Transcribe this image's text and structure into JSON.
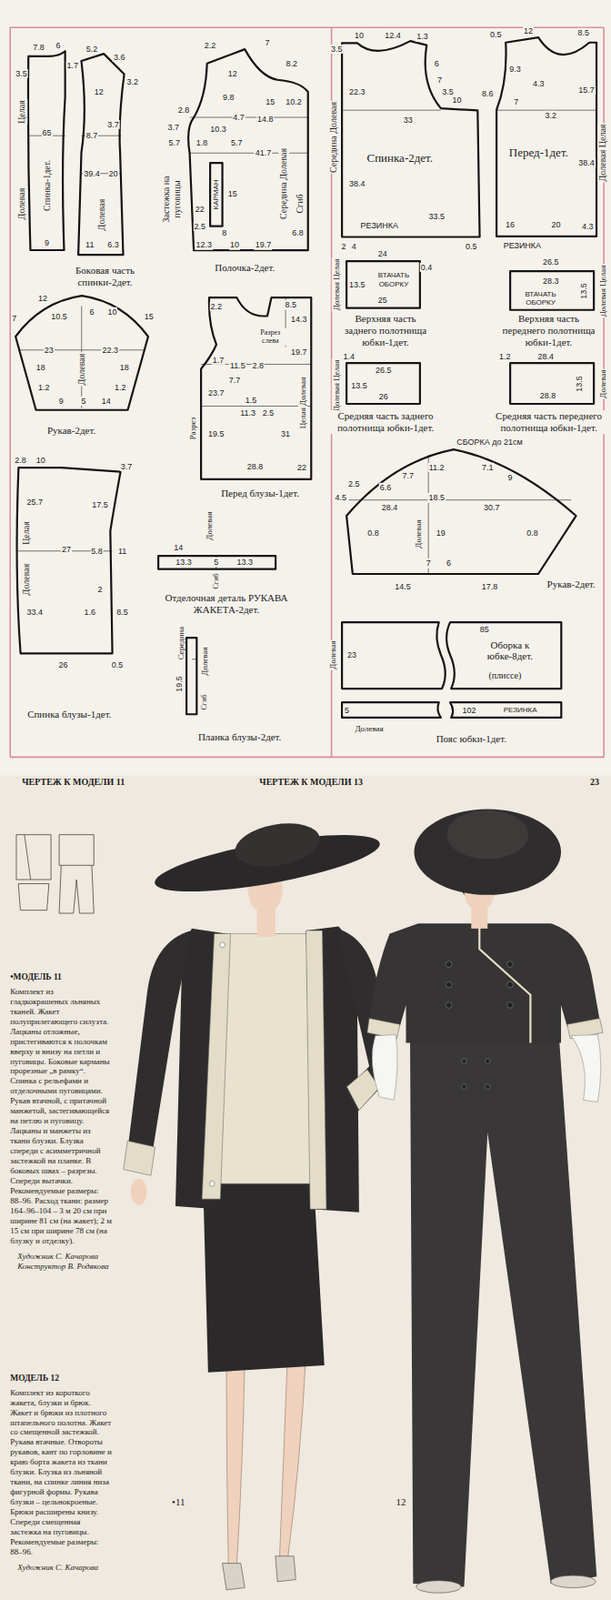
{
  "diagram": {
    "nodes": [
      {
        "text": [
          "Целая",
          "Долевая",
          "Спинка-1дет."
        ]
      },
      {
        "text": [
          "Долевая",
          "Боковая часть спинки-2дет."
        ]
      },
      {
        "text": [
          "Застежка на пуговицы",
          "Середина Долевая",
          "Сгиб",
          "Полочка-2дет."
        ]
      },
      {
        "text": [
          "КАРМАН"
        ],
        "in": 2
      },
      {
        "text": [
          "Долевая",
          "Рукав-2дет."
        ]
      },
      {
        "text": [
          "Разрез слева",
          "Разрез",
          "Целая Долевая",
          "Перед блузы-1дет."
        ]
      },
      {
        "text": [
          "Целая",
          "Долевая",
          "Спинка блузы-1дет."
        ]
      },
      {
        "text": [
          "Долевая",
          "Сгиб",
          "Отделочная деталь РУКАВА ЖАКЕТА-2дет."
        ]
      },
      {
        "text": [
          "Середина",
          "Долевая",
          "Сгиб",
          "Планка блузы-2дет."
        ]
      },
      {
        "text": [
          "Середина Долевая",
          "Спинка-2дет.",
          "РЕЗИНКА"
        ]
      },
      {
        "text": [
          "Перед-1дет.",
          "Долевая Целая",
          "РЕЗИНКА"
        ]
      },
      {
        "text": [
          "Долевая Целая",
          "ВТАЧАТЬ ОБОРКУ",
          "Верхняя часть заднего полотнища юбки-1дет."
        ]
      },
      {
        "text": [
          "ВТАЧАТЬ ОБОРКУ",
          "Долевая Целая",
          "Верхняя часть переднего полотнища юбки-1дет."
        ]
      },
      {
        "text": [
          "Долевая Целая",
          "Средняя часть заднего полотнища юбки-1дет."
        ]
      },
      {
        "text": [
          "Долевая",
          "Средняя часть переднего полотнища юбки-1дет."
        ]
      },
      {
        "text": [
          "СБОРКА до 21см",
          "Долевая",
          "Рукав-2дет."
        ]
      },
      {
        "text": [
          "Долевая",
          "Оборка к юбке-8дет.",
          "(плиссе)"
        ]
      },
      {
        "text": [
          "РЕЗИНКА",
          "Долевая",
          "Пояс юбки-1дет."
        ]
      }
    ],
    "labels": [
      "ЧЕРТЕЖ К МОДЕЛИ 11",
      "ЧЕРТЕЖ К МОДЕЛИ 13",
      "23",
      "7.8",
      "6",
      "3.5",
      "1.7",
      "5.2",
      "3.6",
      "3.2",
      "12",
      "8.7",
      "3.7",
      "39.4",
      "20",
      "65",
      "9",
      "11",
      "6.3",
      "2.2",
      "7",
      "12",
      "8.2",
      "10.2",
      "9.8",
      "15",
      "2.8",
      "4.7",
      "14.8",
      "3.7",
      "5.7",
      "10.3",
      "1.8",
      "5.7",
      "41.7",
      "15",
      "22",
      "2.5",
      "8",
      "12.3",
      "10",
      "19.7",
      "6.8",
      "12",
      "7",
      "10.5",
      "6",
      "10",
      "15",
      "23",
      "22.3",
      "18",
      "1.2",
      "18",
      "1.2",
      "9",
      "5",
      "14",
      "2.2",
      "8.5",
      "14.3",
      "19.7",
      "1.7",
      "11.5",
      "2.8",
      "23.7",
      "7.7",
      "1.5",
      "11.3",
      "2.5",
      "19.5",
      "31",
      "22",
      "28.8",
      "2.8",
      "10",
      "3.7",
      "25.7",
      "17.5",
      "27",
      "5.8",
      "11",
      "2",
      "33.4",
      "1.6",
      "8.5",
      "26",
      "0.5",
      "14",
      "13.3",
      "5",
      "13.3",
      "19.5",
      "3.5",
      "10",
      "12.4",
      "1.3",
      "22.3",
      "6",
      "7",
      "3.5",
      "10",
      "33",
      "38.4",
      "33.5",
      "2",
      "4",
      "0.5",
      "0.5",
      "12",
      "8.5",
      "9.3",
      "4.3",
      "8.6",
      "7",
      "3.2",
      "15.7",
      "38.4",
      "16",
      "20",
      "4.3",
      "24",
      "0.4",
      "13.5",
      "25",
      "26.5",
      "28.3",
      "13.5",
      "28.4",
      "1.4",
      "26.5",
      "13.5",
      "26",
      "1.2",
      "13.5",
      "28.8",
      "4.5",
      "2.5",
      "6.6",
      "7.7",
      "11.2",
      "7.1",
      "9",
      "18.5",
      "28.4",
      "30.7",
      "0.8",
      "19",
      "0.8",
      "7",
      "6",
      "14.5",
      "17.8",
      "85",
      "23",
      "5",
      "102",
      "•МОДЕЛЬ 11",
      "Комплект из гладкокрашеных льняных тканей. Жакет полуприлегающего силуэта. Лацканы отложные, пристегиваются к полочкам вверху и внизу на петли и пуговицы. Боковые карманы прорезные „в рамку“. Спинка с рельефами и отделочными пуговицами. Рукав втачной, с притачной манжетой, застегивающейся на петлю и пуговицу. Лацканы и манжеты из ткани блузки. Блузка спереди с асимметричной застежкой на планке. В боковых швах – разрезы. Спереди вытачки. Рекомендуемые размеры: 88–96. Расход ткани: размер 164–96–104 – 3 м 20 см при ширине 81 см (на жакет); 2 м 15 см при ширине 78 см (на блузку и отделку).",
      "Художник С. Качарова Конструктор В. Родякова",
      "МОДЕЛЬ 12",
      "Комплект из короткого жакета, блузки и брюк. Жакет и брюки из плотного штапельного полотна. Жакет со смещенной застежкой. Рукава втачные. Отвороты рукавов, кант по горловине и краю борта жакета из ткани блузки. Блузка из льняной ткани, на спинке линия низа фигурной формы. Рукава блузки – цельнокроеные. Брюки расширены книзу. Спереди смещенная застежка на пуговицы. Рекомендуемые размеры: 88–96.",
      "Художник С. Качарова",
      "•11",
      "12"
    ]
  }
}
